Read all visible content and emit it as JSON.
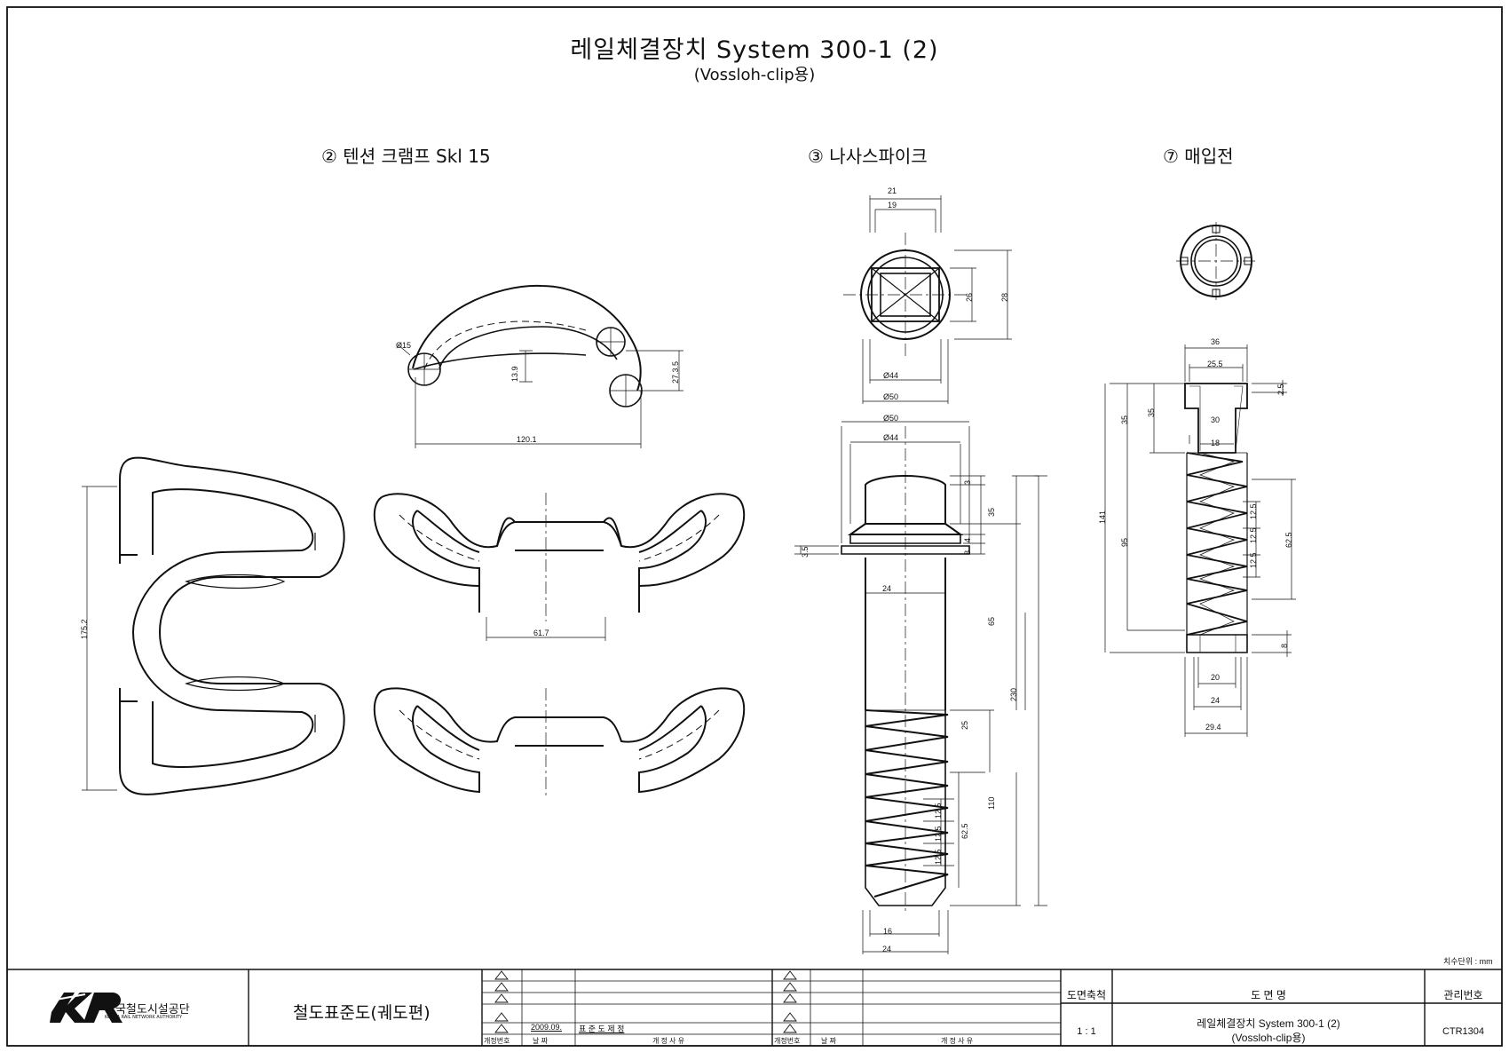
{
  "drawing": {
    "title": "레일체결장치 System 300-1 (2)",
    "subtitle": "(Vossloh-clip용)"
  },
  "parts": {
    "tension_clamp": {
      "number": "②",
      "label": "텐션 크램프 Skl 15"
    },
    "screw_spike": {
      "number": "③",
      "label": "나사스파이크"
    },
    "dowel": {
      "number": "⑦",
      "label": "매입전"
    }
  },
  "dims_clamp": {
    "d15": "Ø15",
    "d13_9": "13.9",
    "d27_3_5": "27.3.5",
    "d120_1": "120.1",
    "d175_2": "175.2",
    "d61_7": "61.7"
  },
  "dims_spike": {
    "top21": "21",
    "top19": "19",
    "r26": "26",
    "r28": "28",
    "b44": "Ø44",
    "b50": "Ø50",
    "s50": "Ø50",
    "s44": "Ø44",
    "s3": "3",
    "s35": "35",
    "s4": "4",
    "s8": "8",
    "s3_5": "3.5",
    "s24": "24",
    "s65": "65",
    "s230": "230",
    "s25": "25",
    "s110": "110",
    "s62_5": "62.5",
    "s12_5a": "12.5",
    "s12_5b": "12.5",
    "s12_5c": "12.5",
    "s16": "16",
    "s24b": "24"
  },
  "dims_dowel": {
    "d36": "36",
    "d25_5": "25.5",
    "d2_5": "2.5",
    "d30": "30",
    "d35a": "35",
    "d35b": "35",
    "d18": "18",
    "d141": "141",
    "d95": "95",
    "d62_5": "62.5",
    "d12_5a": "12.5",
    "d12_5b": "12.5",
    "d12_5c": "12.5",
    "d8": "8",
    "d20": "20",
    "d24": "24",
    "d29_4": "29.4"
  },
  "unit_note": "치수단위 : mm",
  "title_block": {
    "org_name": "한국철도시설공단",
    "org_name_en": "KOREA RAIL NETWORK AUTHORITY",
    "standard": "철도표준도(궤도편)",
    "rev_date": "2009.09.",
    "rev_reason": "표 준 도 제 정",
    "col_rev_no": "개정번호",
    "col_date": "날   짜",
    "col_reason": "개 정 사 유",
    "col_rev_no2": "개정번호",
    "col_date2": "날   짜",
    "col_reason2": "개 정 사 유",
    "scale_label": "도면축척",
    "scale_value": "1 : 1",
    "drawing_name_label": "도    면    명",
    "drawing_name_line1": "레일체결장치 System 300-1 (2)",
    "drawing_name_line2": "(Vossloh-clip용)",
    "mgmt_label": "관리번호",
    "mgmt_value": "CTR1304"
  }
}
